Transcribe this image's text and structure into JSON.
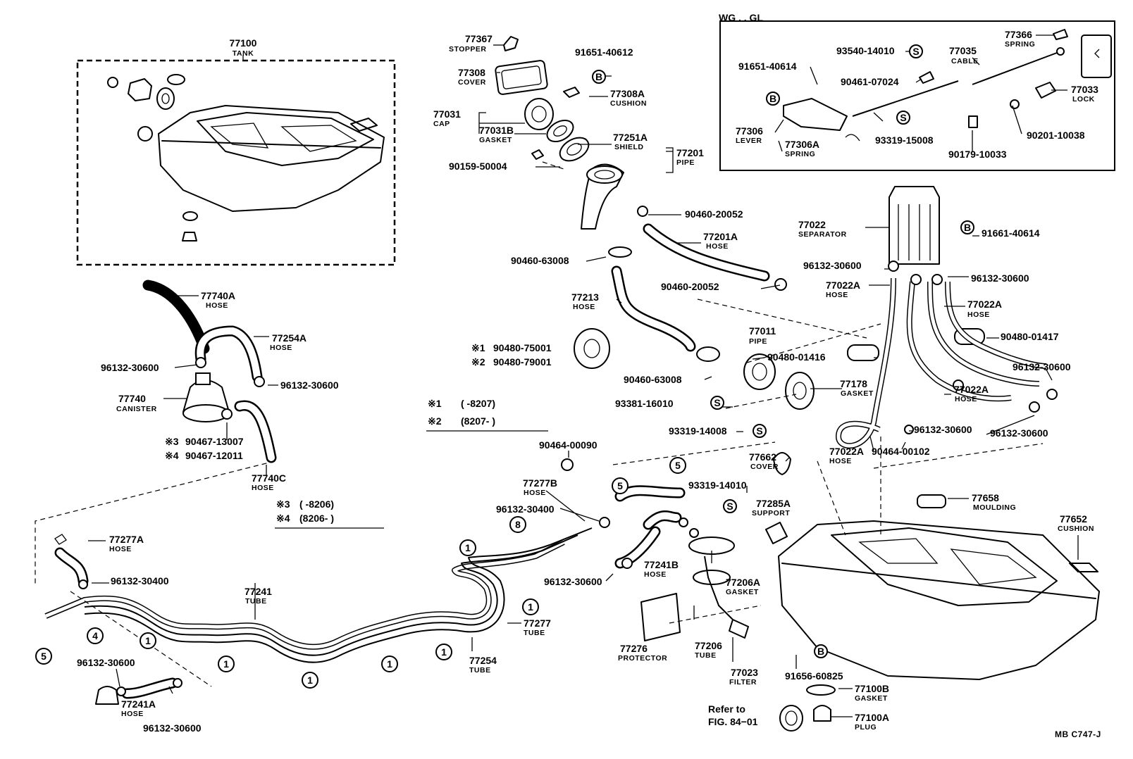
{
  "parts": [
    {
      "id": "p77100",
      "number": "77100",
      "name": "TANK"
    },
    {
      "id": "p77367",
      "number": "77367",
      "name": "STOPPER"
    },
    {
      "id": "p91651_40612",
      "number": "91651-40612",
      "name": ""
    },
    {
      "id": "p77308",
      "number": "77308",
      "name": "COVER"
    },
    {
      "id": "p77308A",
      "number": "77308A",
      "name": "CUSHION"
    },
    {
      "id": "p77031",
      "number": "77031",
      "name": "CAP"
    },
    {
      "id": "p77031B",
      "number": "77031B",
      "name": "GASKET"
    },
    {
      "id": "p77251A",
      "number": "77251A",
      "name": "SHIELD"
    },
    {
      "id": "p77201",
      "number": "77201",
      "name": "PIPE"
    },
    {
      "id": "p90159_50004",
      "number": "90159-50004",
      "name": ""
    },
    {
      "id": "p90460_20052a",
      "number": "90460-20052",
      "name": ""
    },
    {
      "id": "p77201A",
      "number": "77201A",
      "name": "HOSE"
    },
    {
      "id": "p90460_63008a",
      "number": "90460-63008",
      "name": ""
    },
    {
      "id": "p77213",
      "number": "77213",
      "name": "HOSE"
    },
    {
      "id": "p90460_20052b",
      "number": "90460-20052",
      "name": ""
    },
    {
      "id": "p77011",
      "number": "77011",
      "name": "PIPE"
    },
    {
      "id": "p90480_75001",
      "number": "90480-75001",
      "name": ""
    },
    {
      "id": "p90480_79001",
      "number": "90480-79001",
      "name": ""
    },
    {
      "id": "p90460_63008b",
      "number": "90460-63008",
      "name": ""
    },
    {
      "id": "p90480_01416",
      "number": "90480-01416",
      "name": ""
    },
    {
      "id": "p77178",
      "number": "77178",
      "name": "GASKET"
    },
    {
      "id": "p93381_16010",
      "number": "93381-16010",
      "name": ""
    },
    {
      "id": "p77022",
      "number": "77022",
      "name": "SEPARATOR"
    },
    {
      "id": "p91661_40614",
      "number": "91661-40614",
      "name": ""
    },
    {
      "id": "p96132_30600_sep1",
      "number": "96132-30600",
      "name": ""
    },
    {
      "id": "p96132_30600_sep2",
      "number": "96132-30600",
      "name": ""
    },
    {
      "id": "p77022A_1",
      "number": "77022A",
      "name": "HOSE"
    },
    {
      "id": "p77022A_2",
      "number": "77022A",
      "name": "HOSE"
    },
    {
      "id": "p90480_01417",
      "number": "90480-01417",
      "name": ""
    },
    {
      "id": "p96132_30600_r1",
      "number": "96132-30600",
      "name": ""
    },
    {
      "id": "p77022A_3",
      "number": "77022A",
      "name": "HOSE"
    },
    {
      "id": "p96132_30600_r2",
      "number": "96132-30600",
      "name": ""
    },
    {
      "id": "p96132_30600_r3",
      "number": "96132-30600",
      "name": ""
    },
    {
      "id": "p77022A_4",
      "number": "77022A",
      "name": "HOSE"
    },
    {
      "id": "p93319_14008",
      "number": "93319-14008",
      "name": ""
    },
    {
      "id": "p90464_00102",
      "number": "90464-00102",
      "name": ""
    },
    {
      "id": "p77662",
      "number": "77662",
      "name": "COVER"
    },
    {
      "id": "p93319_14010",
      "number": "93319-14010",
      "name": ""
    },
    {
      "id": "p77285A",
      "number": "77285A",
      "name": "SUPPORT"
    },
    {
      "id": "p77658",
      "number": "77658",
      "name": "MOULDING"
    },
    {
      "id": "p77652",
      "number": "77652",
      "name": "CUSHION"
    },
    {
      "id": "p77740A",
      "number": "77740A",
      "name": "HOSE"
    },
    {
      "id": "p77254A",
      "number": "77254A",
      "name": "HOSE"
    },
    {
      "id": "p96132_30600_c1",
      "number": "96132-30600",
      "name": ""
    },
    {
      "id": "p96132_30600_c2",
      "number": "96132-30600",
      "name": ""
    },
    {
      "id": "p77740",
      "number": "77740",
      "name": "CANISTER"
    },
    {
      "id": "p90467_13007",
      "number": "90467-13007",
      "name": ""
    },
    {
      "id": "p90467_12011",
      "number": "90467-12011",
      "name": ""
    },
    {
      "id": "p77740C",
      "number": "77740C",
      "name": "HOSE"
    },
    {
      "id": "p90464_00090",
      "number": "90464-00090",
      "name": ""
    },
    {
      "id": "p77277B",
      "number": "77277B",
      "name": "HOSE"
    },
    {
      "id": "p96132_30400a",
      "number": "96132-30400",
      "name": ""
    },
    {
      "id": "p77241B",
      "number": "77241B",
      "name": "HOSE"
    },
    {
      "id": "p96132_30600_m",
      "number": "96132-30600",
      "name": ""
    },
    {
      "id": "p77206A",
      "number": "77206A",
      "name": "GASKET"
    },
    {
      "id": "p77276",
      "number": "77276",
      "name": "PROTECTOR"
    },
    {
      "id": "p77206",
      "number": "77206",
      "name": "TUBE"
    },
    {
      "id": "p77023",
      "number": "77023",
      "name": "FILTER"
    },
    {
      "id": "p91656_60825",
      "number": "91656-60825",
      "name": ""
    },
    {
      "id": "p77100B",
      "number": "77100B",
      "name": "GASKET"
    },
    {
      "id": "p77100A",
      "number": "77100A",
      "name": "PLUG"
    },
    {
      "id": "p77277A",
      "number": "77277A",
      "name": "HOSE"
    },
    {
      "id": "p96132_30400b",
      "number": "96132-30400",
      "name": ""
    },
    {
      "id": "p77241",
      "number": "77241",
      "name": "TUBE"
    },
    {
      "id": "p77277",
      "number": "77277",
      "name": "TUBE"
    },
    {
      "id": "p77254",
      "number": "77254",
      "name": "TUBE"
    },
    {
      "id": "p96132_30600_bl1",
      "number": "96132-30600",
      "name": ""
    },
    {
      "id": "p77241A",
      "number": "77241A",
      "name": "HOSE"
    },
    {
      "id": "p96132_30600_bl2",
      "number": "96132-30600",
      "name": ""
    },
    {
      "id": "p93540_14010",
      "number": "93540-14010",
      "name": ""
    },
    {
      "id": "p77366",
      "number": "77366",
      "name": "SPRING"
    },
    {
      "id": "p91651_40614",
      "number": "91651-40614",
      "name": ""
    },
    {
      "id": "p77035",
      "number": "77035",
      "name": "CABLE"
    },
    {
      "id": "p90461_07024",
      "number": "90461-07024",
      "name": ""
    },
    {
      "id": "p77033",
      "number": "77033",
      "name": "LOCK"
    },
    {
      "id": "p77306",
      "number": "77306",
      "name": "LEVER"
    },
    {
      "id": "p77306A",
      "number": "77306A",
      "name": "SPRING"
    },
    {
      "id": "p93319_15008",
      "number": "93319-15008",
      "name": ""
    },
    {
      "id": "p90201_10038",
      "number": "90201-10038",
      "name": ""
    },
    {
      "id": "p90179_10033",
      "number": "90179-10033",
      "name": ""
    }
  ],
  "inset_title": "WG . . GL",
  "notes": {
    "n1_mark": "※1",
    "n1_text": "(       -8207)",
    "n2_mark": "※2",
    "n2_text": "(8207-        )",
    "n3_mark": "※3",
    "n3_text": "(       -8206)",
    "n4_mark": "※4",
    "n4_text": "(8206-        )",
    "m1": "※1",
    "m2": "※2",
    "m3": "※3",
    "m4": "※4"
  },
  "ref_marks": {
    "one": "1",
    "four": "4",
    "five": "5",
    "eight": "8",
    "B": "B",
    "S": "S"
  },
  "refer_line1": "Refer to",
  "refer_line2": "FIG. 84−01",
  "diagram_code": "MB C747-J"
}
